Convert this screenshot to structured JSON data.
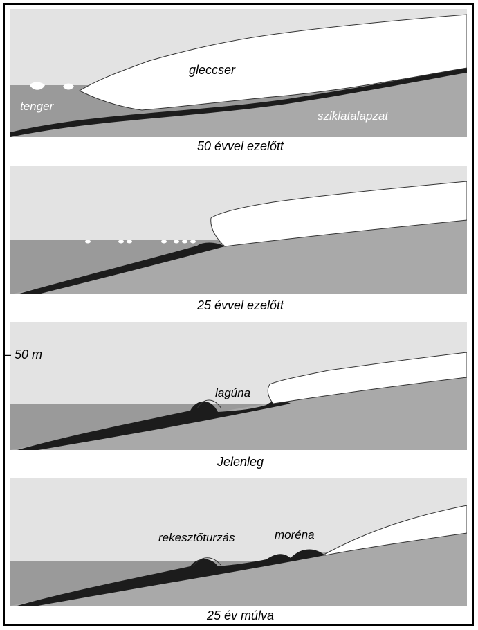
{
  "colors": {
    "sky": "#e3e3e3",
    "sea": "#9a9a9a",
    "rock": "#a9a9a9",
    "sediment": "#1c1c1c",
    "ice": "#ffffff",
    "outline": "#333333"
  },
  "panels": [
    {
      "caption": "50 évvel ezelőtt",
      "labels": {
        "glacier": "gleccser",
        "sea": "tenger",
        "bedrock": "sziklatalapzat"
      }
    },
    {
      "caption": "25 évvel ezelőtt"
    },
    {
      "caption": "Jelenleg",
      "labels": {
        "lagoon": "lagúna"
      }
    },
    {
      "caption": "25 év múlva",
      "labels": {
        "barrier": "rekesztőturzás",
        "moraine": "moréna"
      }
    }
  ],
  "scale_label": "50 m"
}
